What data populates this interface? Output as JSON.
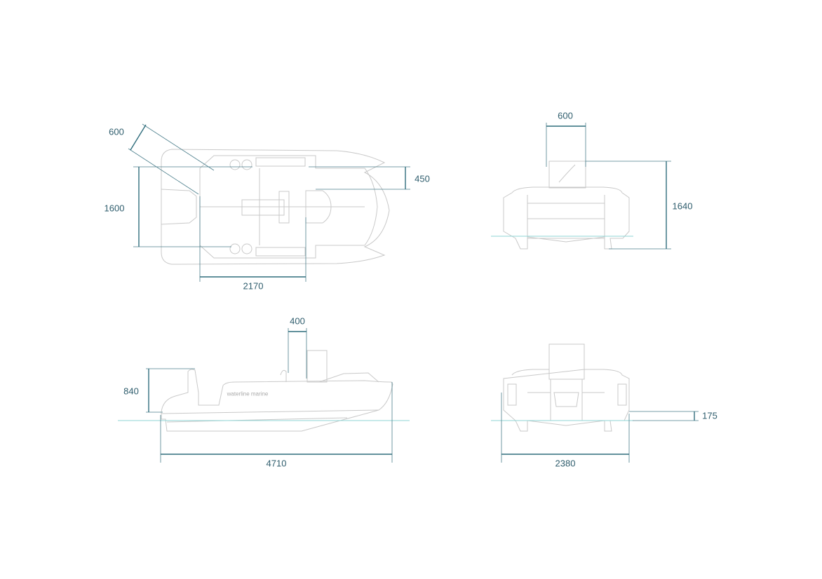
{
  "colors": {
    "dimension": "#2f6d7c",
    "outline": "#c9c9c9",
    "waterline": "#8fd6d6",
    "text": "#2f5d6d"
  },
  "top_view": {
    "seat_depth": "600",
    "interior_width": "1600",
    "side_width": "450",
    "cockpit_length": "2170"
  },
  "front_view": {
    "console_width": "600",
    "height": "1640"
  },
  "side_view": {
    "console_width": "400",
    "freeboard": "840",
    "length": "4710",
    "logo": "waterline marine"
  },
  "rear_view": {
    "beam": "2380",
    "draft": "175"
  }
}
